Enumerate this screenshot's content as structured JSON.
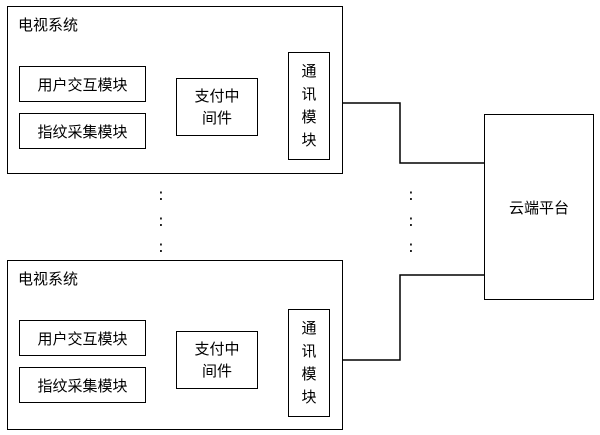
{
  "systems": [
    {
      "title": "电视系统",
      "user_module": "用户交互模块",
      "fingerprint_module": "指纹采集模块",
      "payment_line1": "支付中",
      "payment_line2": "间件",
      "comm_chars": [
        "通",
        "讯",
        "模",
        "块"
      ]
    },
    {
      "title": "电视系统",
      "user_module": "用户交互模块",
      "fingerprint_module": "指纹采集模块",
      "payment_line1": "支付中",
      "payment_line2": "间件",
      "comm_chars": [
        "通",
        "讯",
        "模",
        "块"
      ]
    }
  ],
  "cloud": {
    "label": "云端平台"
  },
  "ellipsis": ":"
}
